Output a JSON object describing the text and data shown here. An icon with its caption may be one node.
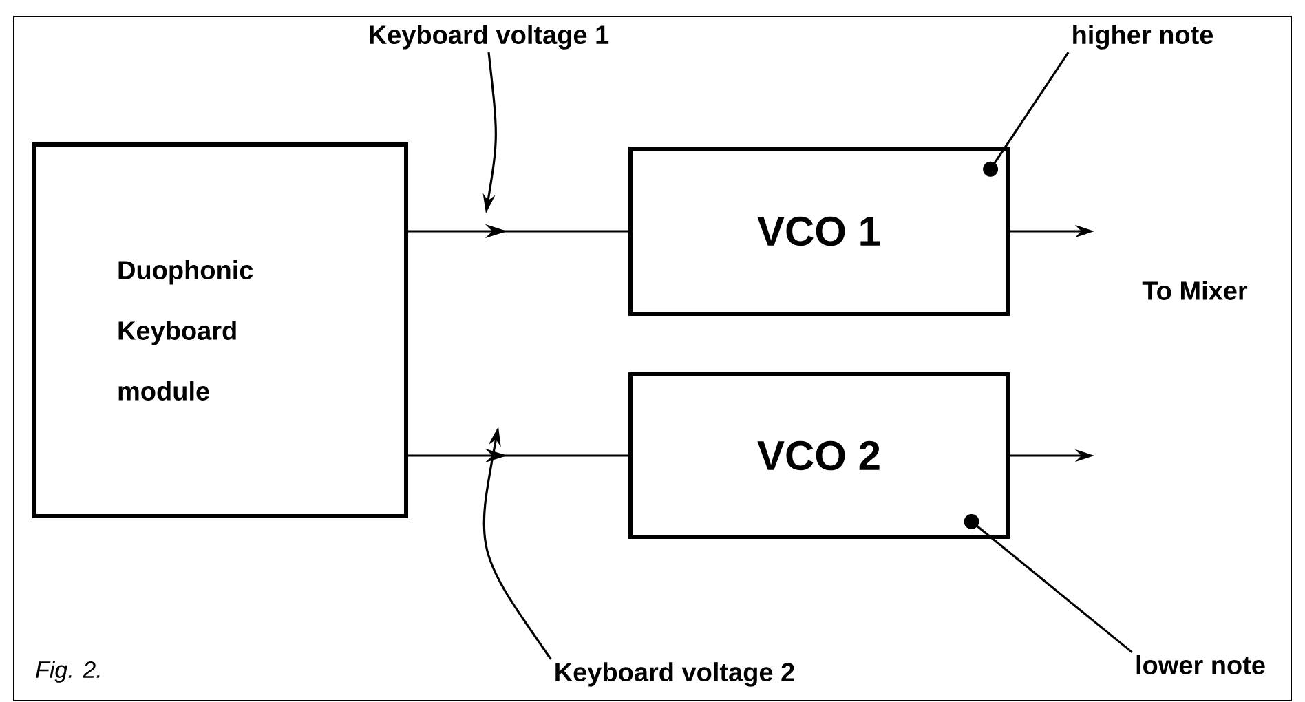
{
  "diagram": {
    "caption": "Fig. 2.",
    "nodes": [
      {
        "text": [
          "Duophonic Keyboard module"
        ]
      },
      {
        "text": [
          "VCO 1"
        ]
      },
      {
        "text": [
          "VCO 2"
        ]
      },
      {
        "text": [
          "Keyboard voltage 1"
        ]
      },
      {
        "text": [
          "higher note"
        ]
      },
      {
        "text": [
          "lower note"
        ]
      },
      {
        "text": [
          "Keyboard voltage 2"
        ]
      }
    ],
    "edges": [
      {
        "from": 0,
        "to": 1,
        "arrow": "to"
      },
      {
        "from": 0,
        "to": 2,
        "arrow": "to"
      },
      {
        "from": 1,
        "to": null,
        "arrow": "to"
      },
      {
        "from": 2,
        "to": null,
        "arrow": "to"
      },
      {
        "from": 3,
        "to": null,
        "arrow": "to"
      },
      {
        "from": 6,
        "to": null,
        "arrow": "to"
      },
      {
        "from": 4,
        "to": 1,
        "arrow": "other"
      },
      {
        "from": 5,
        "to": 2,
        "arrow": "other"
      }
    ],
    "labels": [
      "To Mixer"
    ]
  }
}
